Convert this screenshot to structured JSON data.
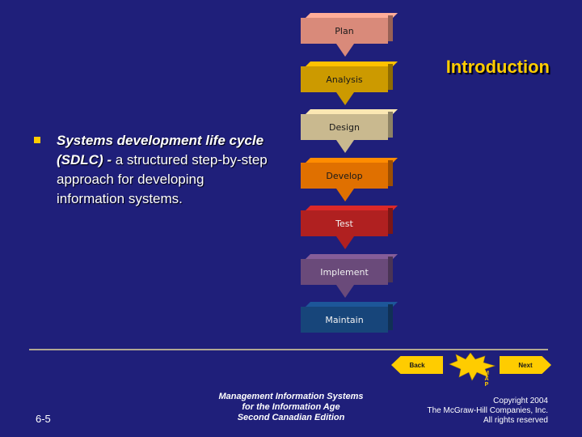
{
  "slide": {
    "title": "Introduction",
    "bullet": {
      "term": "Systems development life cycle (SDLC) -",
      "definition": " a structured step-by-step approach for developing information systems."
    },
    "phases": [
      {
        "label": "Plan",
        "color": "#d98a7a"
      },
      {
        "label": "Analysis",
        "color": "#cc9a00"
      },
      {
        "label": "Design",
        "color": "#c9b98f"
      },
      {
        "label": "Develop",
        "color": "#e07000"
      },
      {
        "label": "Test",
        "color": "#b02020"
      },
      {
        "label": "Implement",
        "color": "#6a4a7a"
      },
      {
        "label": "Maintain",
        "color": "#17457a"
      }
    ]
  },
  "navigation": {
    "back_label": "Back",
    "next_label": "Next",
    "map_label": "MAP",
    "accent": "#ffcc00"
  },
  "footer": {
    "book_line1": "Management Information Systems",
    "book_line2": "for the Information Age",
    "book_line3": "Second Canadian Edition",
    "page_number": "6-5",
    "copyright_line1": "Copyright 2004",
    "copyright_line2": "The McGraw-Hill Companies, Inc.",
    "copyright_line3": "All rights reserved"
  }
}
